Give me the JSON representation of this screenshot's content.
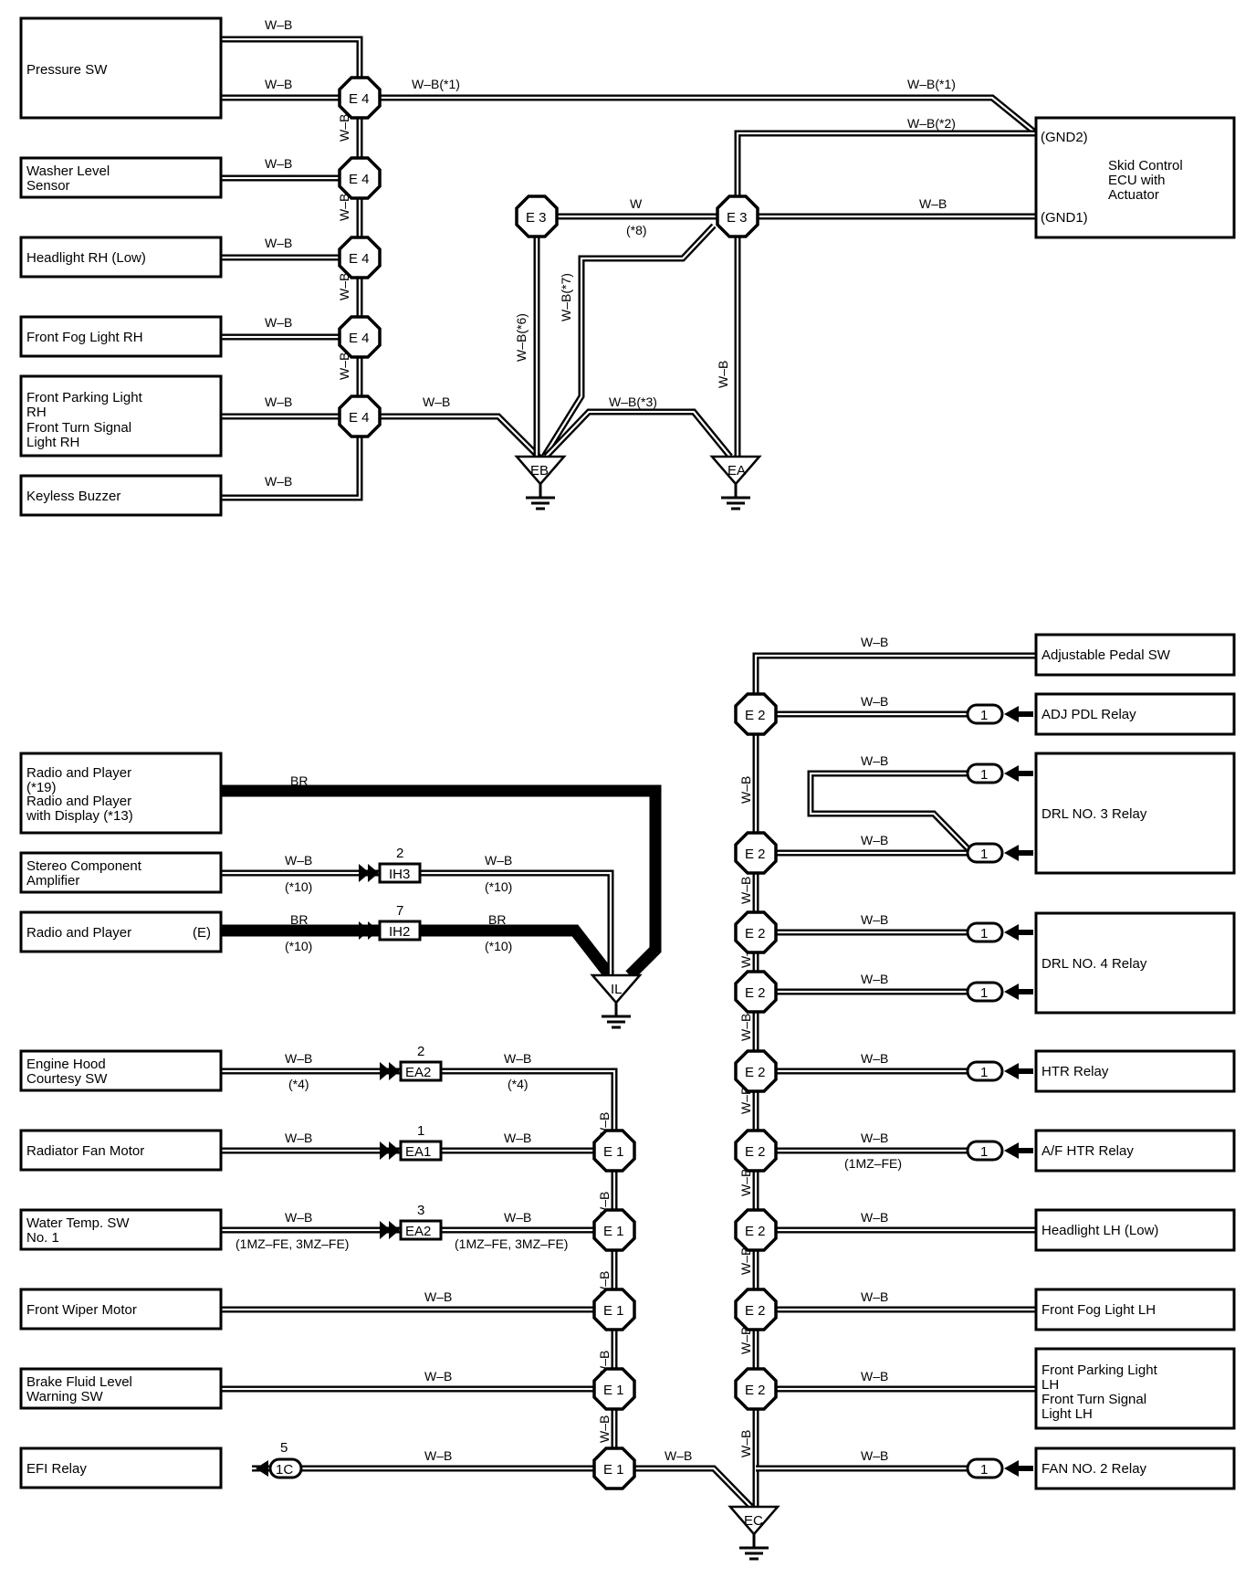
{
  "components": [
    {
      "id": "pressure_sw",
      "lines": [
        "Pressure SW"
      ]
    },
    {
      "id": "washer_level",
      "lines": [
        "Washer Level",
        "Sensor"
      ]
    },
    {
      "id": "headlight_rh",
      "lines": [
        "Headlight RH (Low)"
      ]
    },
    {
      "id": "front_fog_rh",
      "lines": [
        "Front Fog Light RH"
      ]
    },
    {
      "id": "front_parking_rh",
      "lines": [
        "Front Parking Light",
        "RH",
        "Front Turn Signal",
        "Light RH"
      ]
    },
    {
      "id": "keyless_buzzer",
      "lines": [
        "Keyless Buzzer"
      ]
    },
    {
      "id": "skid_control",
      "lines": [
        "Skid Control",
        "ECU with",
        "Actuator"
      ]
    },
    {
      "id": "radio_display",
      "lines": [
        "Radio and Player",
        "(*19)",
        "Radio and Player",
        "with Display (*13)"
      ]
    },
    {
      "id": "stereo_amp",
      "lines": [
        "Stereo Component",
        "Amplifier"
      ]
    },
    {
      "id": "radio_player",
      "lines": [
        "Radio and Player"
      ]
    },
    {
      "id": "engine_hood",
      "lines": [
        "Engine Hood",
        "Courtesy SW"
      ]
    },
    {
      "id": "radiator_fan",
      "lines": [
        "Radiator Fan Motor"
      ]
    },
    {
      "id": "water_temp",
      "lines": [
        "Water Temp.  SW",
        "No. 1"
      ]
    },
    {
      "id": "front_wiper",
      "lines": [
        "Front Wiper Motor"
      ]
    },
    {
      "id": "brake_fluid",
      "lines": [
        "Brake Fluid Level",
        "Warning SW"
      ]
    },
    {
      "id": "efi_relay",
      "lines": [
        "EFI Relay"
      ]
    },
    {
      "id": "adj_pedal_sw",
      "lines": [
        "Adjustable Pedal SW"
      ]
    },
    {
      "id": "adj_pdl_relay",
      "lines": [
        "ADJ PDL Relay"
      ]
    },
    {
      "id": "drl3",
      "lines": [
        "DRL NO. 3 Relay"
      ]
    },
    {
      "id": "drl4",
      "lines": [
        "DRL NO. 4 Relay"
      ]
    },
    {
      "id": "htr_relay",
      "lines": [
        "HTR Relay"
      ]
    },
    {
      "id": "af_htr_relay",
      "lines": [
        "A/F HTR Relay"
      ]
    },
    {
      "id": "headlight_lh",
      "lines": [
        "Headlight LH (Low)"
      ]
    },
    {
      "id": "front_fog_lh",
      "lines": [
        "Front Fog Light LH"
      ]
    },
    {
      "id": "front_parking_lh",
      "lines": [
        "Front Parking Light",
        "LH",
        "Front Turn Signal",
        "Light LH"
      ]
    },
    {
      "id": "fan2_relay",
      "lines": [
        "FAN NO. 2 Relay"
      ]
    }
  ],
  "splices": {
    "E4": "E 4",
    "E3": "E 3",
    "E2": "E 2",
    "E1": "E 1"
  },
  "grounds": {
    "EB": "EB",
    "EA": "EA",
    "IL": "IL",
    "EC": "EC"
  },
  "terminals": {
    "gnd2": "(GND2)",
    "gnd1": "(GND1)",
    "radio_e": "(E)"
  },
  "connectors": {
    "ih3": {
      "name": "IH3",
      "pin": "2"
    },
    "ih2": {
      "name": "IH2",
      "pin": "7"
    },
    "ea2a": {
      "name": "EA2",
      "pin": "2"
    },
    "ea1": {
      "name": "EA1",
      "pin": "1"
    },
    "ea2b": {
      "name": "EA2",
      "pin": "3"
    },
    "c1c": {
      "name": "1C",
      "pin": "5"
    },
    "relay_pin": "1"
  },
  "wire_labels": {
    "wb": "W–B",
    "wb1": "W–B(*1)",
    "wb2": "W–B(*2)",
    "wb3": "W–B(*3)",
    "wb6": "W–B(*6)",
    "wb7": "W–B(*7)",
    "w": "W",
    "n8": "(*8)",
    "br": "BR",
    "n10": "(*10)",
    "n4": "(*4)",
    "mz": "(1MZ–FE,  3MZ–FE)",
    "mz1": "(1MZ–FE)"
  }
}
